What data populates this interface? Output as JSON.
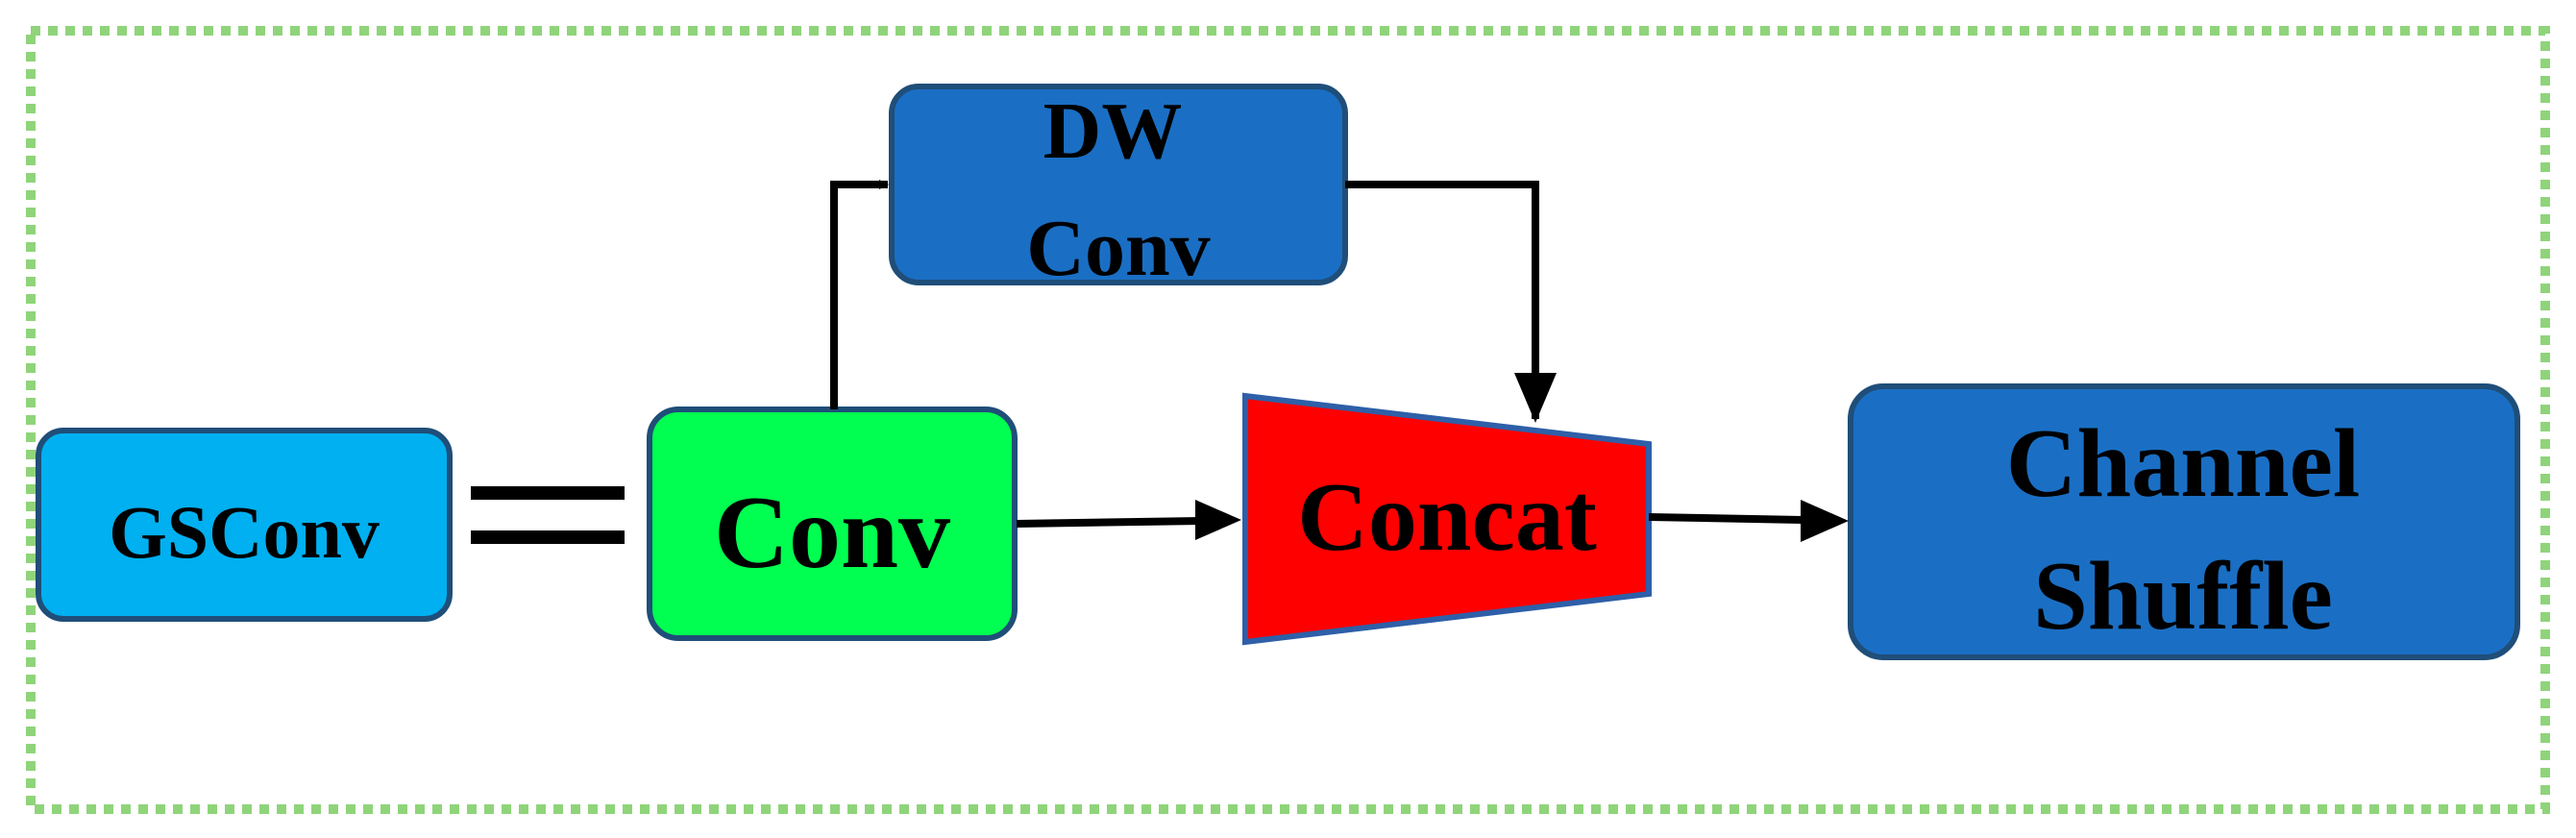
{
  "diagram": {
    "border_color": "#8fd47a",
    "nodes": {
      "gsconv": {
        "label": "GSConv",
        "fill": "#00b0f0",
        "stroke": "#1f4e79"
      },
      "conv": {
        "label": "Conv",
        "fill": "#00ff50",
        "stroke": "#1f4e79"
      },
      "dwconv": {
        "line1": "DW",
        "line2": "Conv",
        "fill": "#1a6fc4",
        "stroke": "#1f4e79"
      },
      "concat": {
        "label": "Concat",
        "fill": "#ff0000",
        "stroke": "#2e5fa8"
      },
      "shuffle": {
        "line1": "Channel",
        "line2": "Shuffle",
        "fill": "#1a6fc4",
        "stroke": "#1f4e79"
      }
    },
    "equals_symbol": "equals",
    "edges": [
      {
        "from": "conv",
        "to": "dwconv"
      },
      {
        "from": "conv",
        "to": "concat"
      },
      {
        "from": "dwconv",
        "to": "concat"
      },
      {
        "from": "concat",
        "to": "shuffle"
      }
    ]
  }
}
